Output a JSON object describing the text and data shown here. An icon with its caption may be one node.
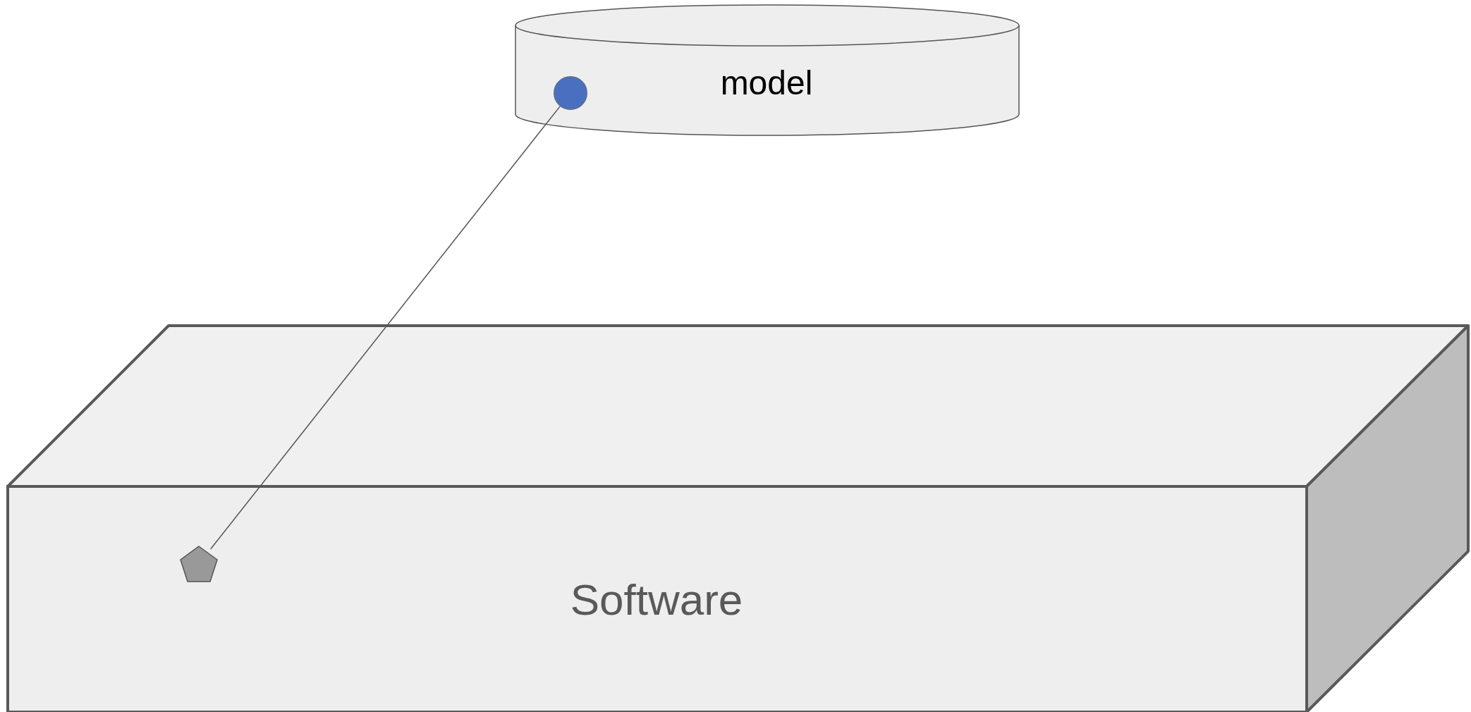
{
  "diagram": {
    "nodes": [
      {
        "text": [
          "model"
        ]
      },
      {
        "text": [],
        "shape": "circle",
        "in": 0
      },
      {
        "text": [
          "Software"
        ]
      },
      {
        "text": [],
        "shape": "pentagon",
        "in": 2
      }
    ],
    "edges": [
      {
        "from": 1,
        "to": 3,
        "arrow": "none"
      }
    ]
  }
}
